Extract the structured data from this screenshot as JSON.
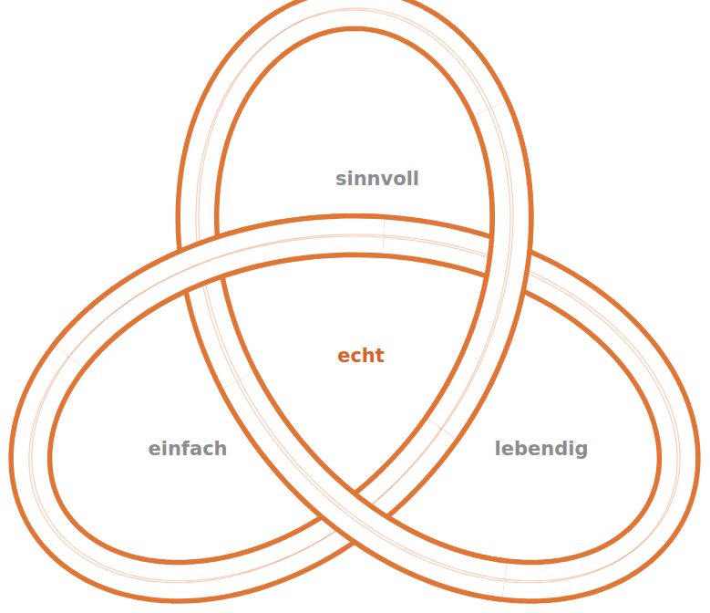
{
  "diagram": {
    "labels": [
      "sinnvoll",
      "echt",
      "einfach",
      "lebendig"
    ]
  }
}
